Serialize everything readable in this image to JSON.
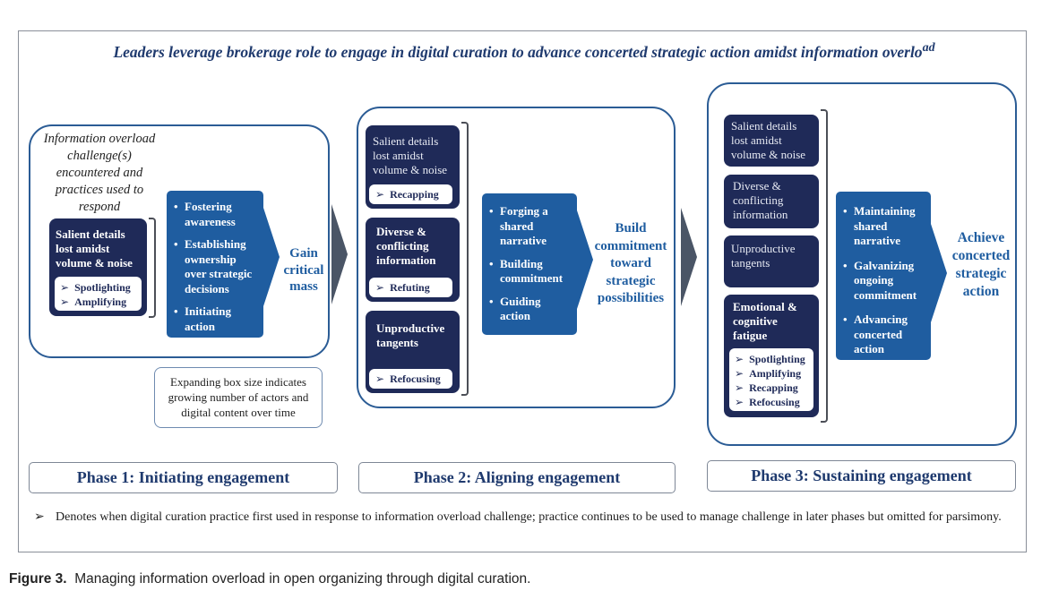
{
  "title": "Leaders leverage brokerage role to engage in digital curation to advance concerted strategic action amidst information overlo",
  "title_suffix": "ad",
  "phase1": {
    "challenge_heading": "Information overload challenge(s) encountered and practices used to respond",
    "challenge": {
      "title": "Salient details lost amidst volume & noise",
      "practices": [
        "Spotlighting",
        "Amplifying"
      ]
    },
    "actions": [
      "Fostering awareness",
      "Establishing ownership over strategic decisions",
      "Initiating action"
    ],
    "outcome": "Gain critical mass",
    "label": "Phase 1: Initiating engagement"
  },
  "note": "Expanding box size indicates growing number of actors and digital content over time",
  "phase2": {
    "challenges": [
      {
        "title": "Salient details lost amidst volume & noise",
        "practice": "Recapping"
      },
      {
        "title": "Diverse & conflicting information",
        "practice": "Refuting"
      },
      {
        "title": "Unproductive tangents",
        "practice": "Refocusing"
      }
    ],
    "actions": [
      "Forging a shared narrative",
      "Building commitment",
      "Guiding action"
    ],
    "outcome": "Build commitment toward strategic possibilities",
    "label": "Phase 2: Aligning engagement"
  },
  "phase3": {
    "challenges": [
      "Salient details lost amidst volume & noise",
      "Diverse & conflicting information",
      "Unproductive tangents"
    ],
    "new_challenge": {
      "title": "Emotional & cognitive fatigue",
      "practices": [
        "Spotlighting",
        "Amplifying",
        "Recapping",
        "Refocusing"
      ]
    },
    "actions": [
      "Maintaining shared narrative",
      "Galvanizing ongoing commitment",
      "Advancing concerted action"
    ],
    "outcome": "Achieve concerted strategic action",
    "label": "Phase 3: Sustaining engagement"
  },
  "footnote_symbol": "➢",
  "footnote": "Denotes when digital curation practice first used in response to information overload challenge; practice continues to be used to manage challenge in later phases but omitted for parsimony.",
  "caption_label": "Figure 3.",
  "caption_text": "Managing information overload in open organizing through digital curation.",
  "arrow_symbol": "➢",
  "colors": {
    "navy": "#1f2a58",
    "blue": "#1f5da0",
    "frame": "#2b5c95",
    "arrow": "#4a5566"
  }
}
